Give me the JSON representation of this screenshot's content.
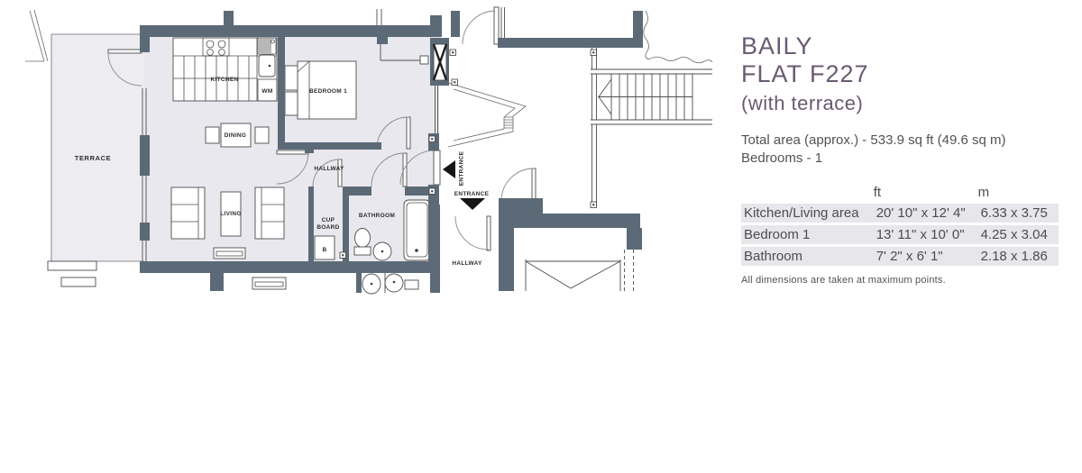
{
  "colors": {
    "wall": "#5b6a76",
    "room_fill": "#e9e8ee",
    "terrace_fill": "#edecf1",
    "accent_purple": "#695a72",
    "body_text": "#4c4d4f",
    "table_row_bg": "#e7e6ea"
  },
  "plan": {
    "labels": {
      "terrace": "TERRACE",
      "kitchen": "KITCHEN",
      "wm": "WM",
      "bedroom1": "BEDROOM 1",
      "dining": "DINING",
      "hallway_flat": "HALLWAY",
      "living": "LIVING",
      "cupboard_line1": "CUP",
      "cupboard_line2": "BOARD",
      "boiler": "B",
      "bathroom": "BATHROOM",
      "entrance_side": "ENTRANCE",
      "entrance_main": "ENTRANCE",
      "hallway_communal": "HALLWAY"
    },
    "icons": [
      "entrance-arrow-left",
      "entrance-arrow-down",
      "stair-direction-arrow",
      "lift-cross",
      "extract-duct-cross"
    ]
  },
  "panel": {
    "title_line1": "BAILY",
    "title_line2": "FLAT F227",
    "subtitle": "(with terrace)",
    "total_area": "Total area (approx.) - 533.9 sq ft (49.6 sq m)",
    "bedrooms": "Bedrooms - 1",
    "table": {
      "col_ft": "ft",
      "col_m": "m",
      "rows": [
        {
          "room": "Kitchen/Living area",
          "ft": "20' 10\" x 12' 4\"",
          "m": "6.33 x 3.75"
        },
        {
          "room": "Bedroom 1",
          "ft": "13' 11\" x 10' 0\"",
          "m": "4.25 x 3.04"
        },
        {
          "room": "Bathroom",
          "ft": "7' 2\" x 6' 1\"",
          "m": "2.18 x 1.86"
        }
      ]
    },
    "footnote": "All dimensions are taken at maximum points."
  }
}
